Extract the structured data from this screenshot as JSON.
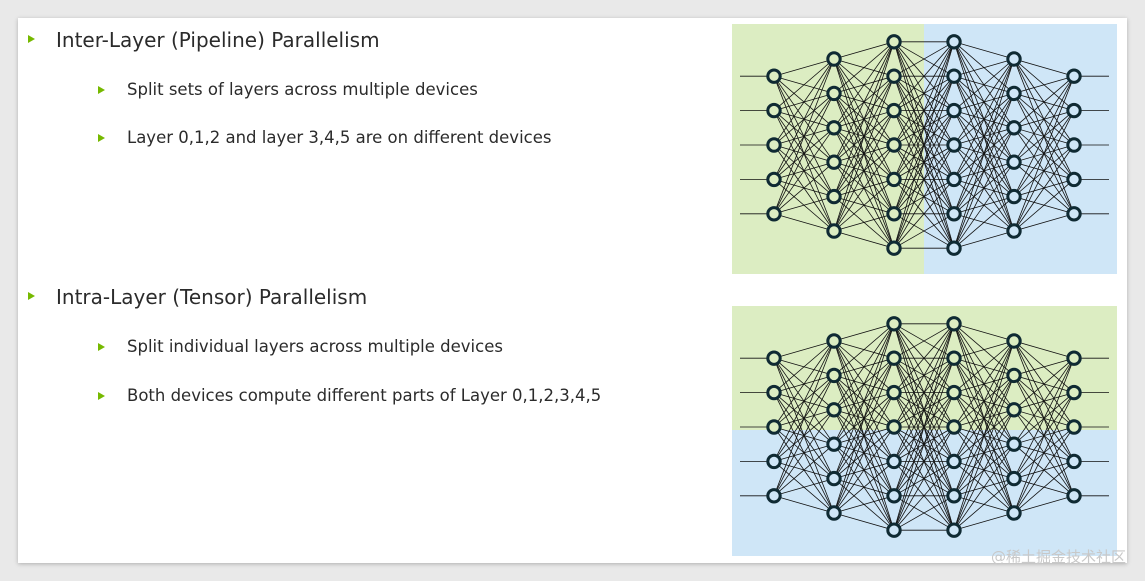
{
  "sections": [
    {
      "heading": "Inter-Layer (Pipeline) Parallelism",
      "bullets": [
        "Split sets of layers across multiple devices",
        "Layer 0,1,2 and layer 3,4,5 are on different devices"
      ]
    },
    {
      "heading": "Intra-Layer (Tensor) Parallelism",
      "bullets": [
        "Split individual layers across multiple devices",
        "Both devices compute different parts of Layer 0,1,2,3,4,5"
      ]
    }
  ],
  "diagrams": {
    "network_layers": [
      5,
      6,
      7,
      7,
      6,
      5
    ],
    "colors": {
      "device_a": "#dcedc2",
      "device_b": "#cfe6f7",
      "node_stroke": "#0f2a33",
      "edge": "#111111",
      "bullet_accent": "#76b900"
    },
    "pipeline_split": "vertical",
    "tensor_split": "horizontal"
  },
  "watermark": "@稀土掘金技术社区"
}
